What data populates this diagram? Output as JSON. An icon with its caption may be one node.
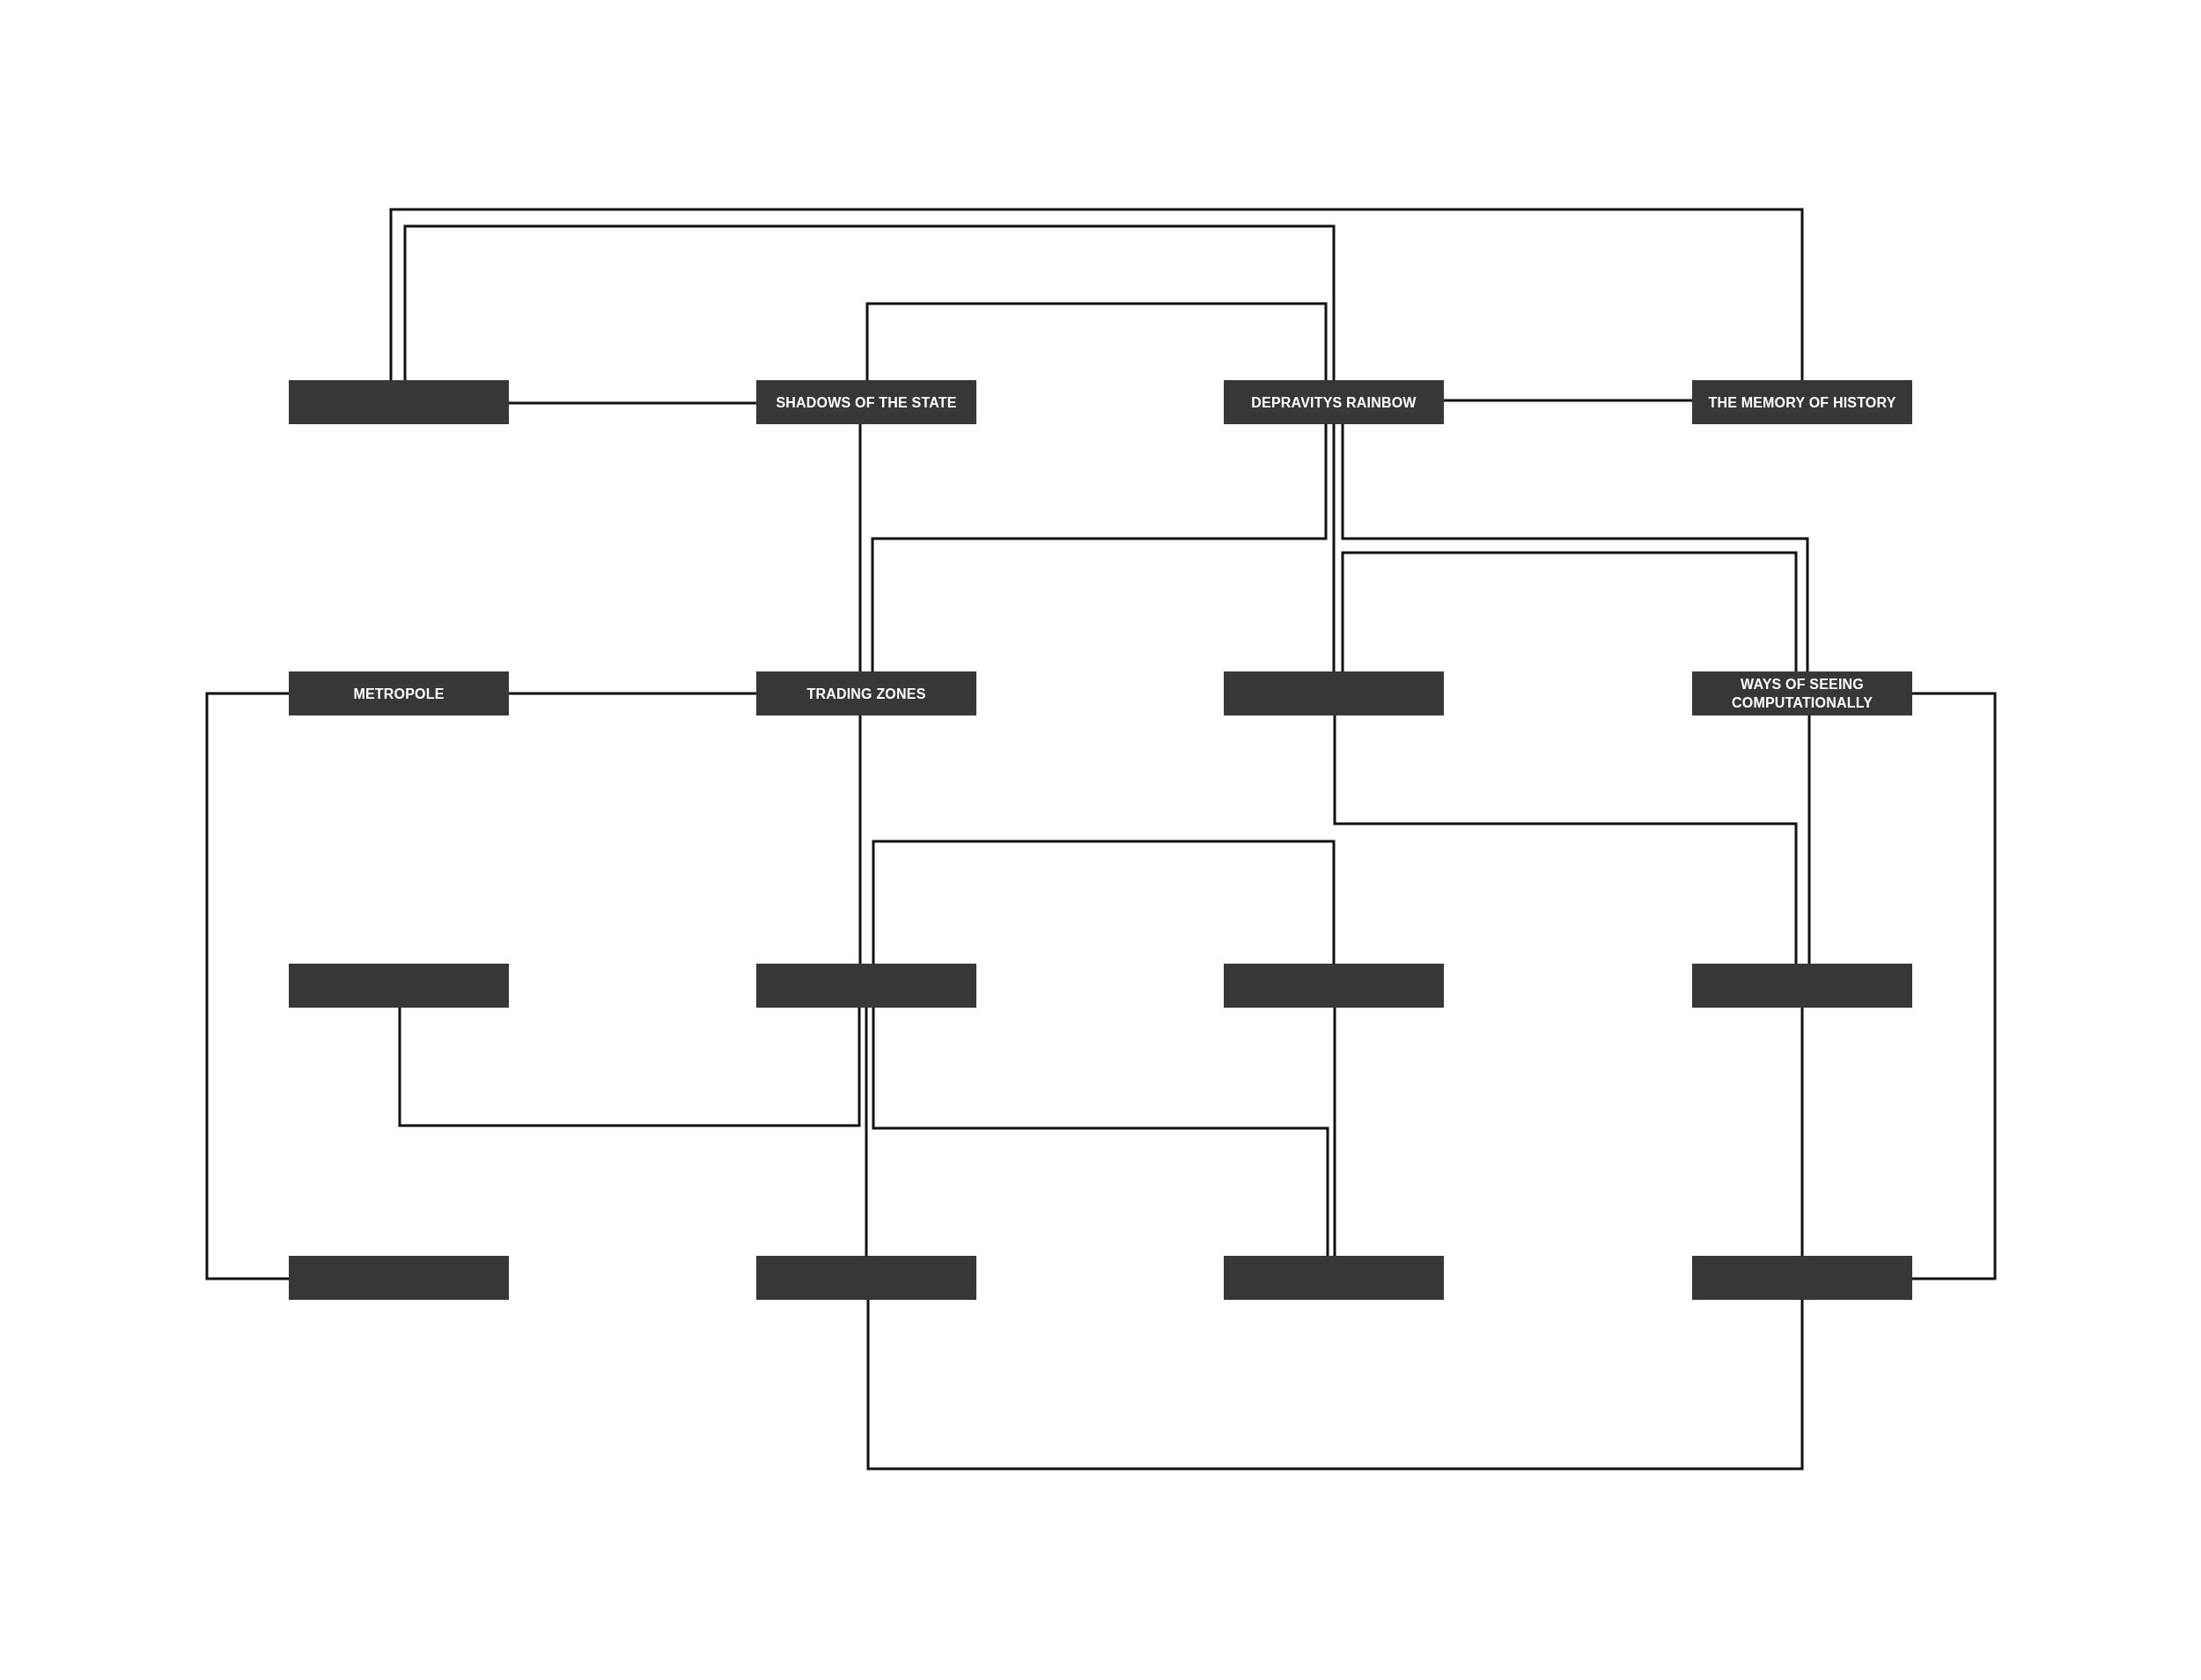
{
  "diagram": {
    "nodes": [
      {
        "text": [],
        "shape": "box"
      },
      {
        "text": [
          "SHADOWS OF THE STATE"
        ]
      },
      {
        "text": [
          "DEPRAVITYS RAINBOW"
        ]
      },
      {
        "text": [
          "THE MEMORY OF HISTORY"
        ]
      },
      {
        "text": [
          "METROPOLE"
        ]
      },
      {
        "text": [
          "TRADING ZONES"
        ]
      },
      {
        "text": [],
        "shape": "box"
      },
      {
        "text": [
          "WAYS OF SEEING COMPUTATIONALLY"
        ]
      },
      {
        "text": [],
        "shape": "box"
      },
      {
        "text": [],
        "shape": "box"
      },
      {
        "text": [],
        "shape": "box"
      },
      {
        "text": [],
        "shape": "box"
      },
      {
        "text": [],
        "shape": "box"
      },
      {
        "text": [],
        "shape": "box"
      },
      {
        "text": [],
        "shape": "box"
      },
      {
        "text": [],
        "shape": "box"
      }
    ],
    "edges": [
      {
        "from": 0,
        "to": 1,
        "arrow": "none"
      },
      {
        "from": 0,
        "to": 3,
        "arrow": "none"
      },
      {
        "from": 0,
        "to": 2,
        "arrow": "none"
      },
      {
        "from": 1,
        "to": 2,
        "arrow": "none"
      },
      {
        "from": 2,
        "to": 3,
        "arrow": "none"
      },
      {
        "from": 1,
        "to": 5,
        "arrow": "none"
      },
      {
        "from": 2,
        "to": 5,
        "arrow": "none"
      },
      {
        "from": 2,
        "to": 6,
        "arrow": "none"
      },
      {
        "from": 2,
        "to": 7,
        "arrow": "none"
      },
      {
        "from": 6,
        "to": 7,
        "arrow": "none"
      },
      {
        "from": 4,
        "to": 5,
        "arrow": "none"
      },
      {
        "from": 4,
        "to": 12,
        "arrow": "none"
      },
      {
        "from": 7,
        "to": 15,
        "arrow": "none"
      },
      {
        "from": 5,
        "to": 9,
        "arrow": "none"
      },
      {
        "from": 6,
        "to": 11,
        "arrow": "none"
      },
      {
        "from": 7,
        "to": 11,
        "arrow": "none"
      },
      {
        "from": 9,
        "to": 10,
        "arrow": "none"
      },
      {
        "from": 8,
        "to": 9,
        "arrow": "none"
      },
      {
        "from": 9,
        "to": 13,
        "arrow": "none"
      },
      {
        "from": 9,
        "to": 14,
        "arrow": "none"
      },
      {
        "from": 10,
        "to": 14,
        "arrow": "none"
      },
      {
        "from": 11,
        "to": 15,
        "arrow": "none"
      },
      {
        "from": 13,
        "to": 15,
        "arrow": "none"
      }
    ]
  }
}
